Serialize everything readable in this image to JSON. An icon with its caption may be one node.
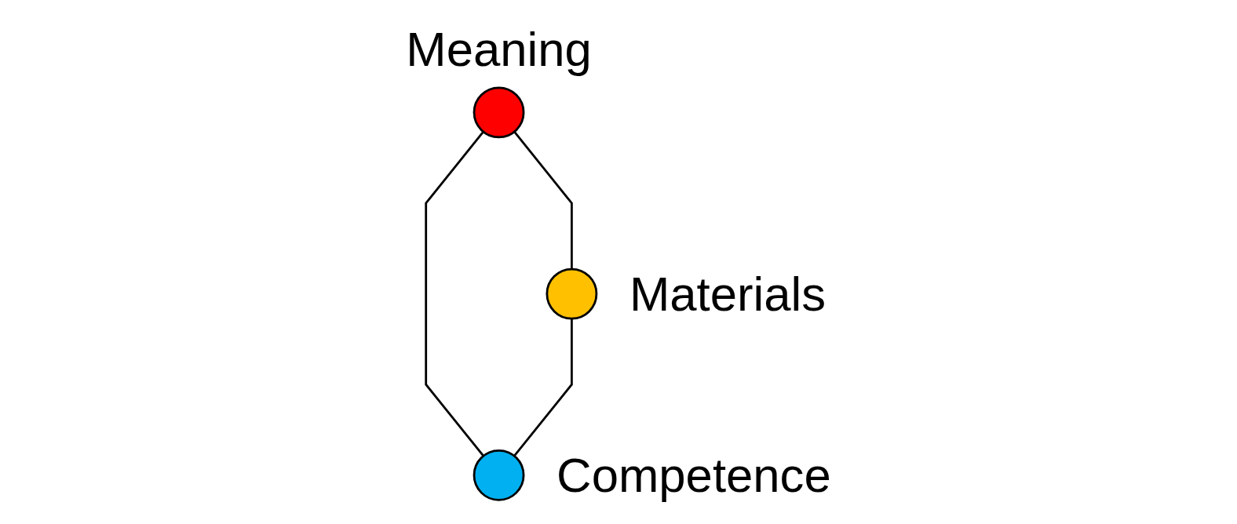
{
  "diagram": {
    "nodes": [
      {
        "text": [],
        "shape": "circle",
        "beside": [
          "Meaning"
        ]
      },
      {
        "text": [],
        "shape": "circle",
        "beside": [
          "Materials"
        ]
      },
      {
        "text": [],
        "shape": "circle",
        "beside": [
          "Competence"
        ]
      }
    ],
    "edges": [
      {
        "from": 0,
        "to": 1,
        "arrow": "none"
      },
      {
        "from": 0,
        "to": 2,
        "arrow": "none"
      },
      {
        "from": 1,
        "to": 2,
        "arrow": "none"
      }
    ]
  }
}
